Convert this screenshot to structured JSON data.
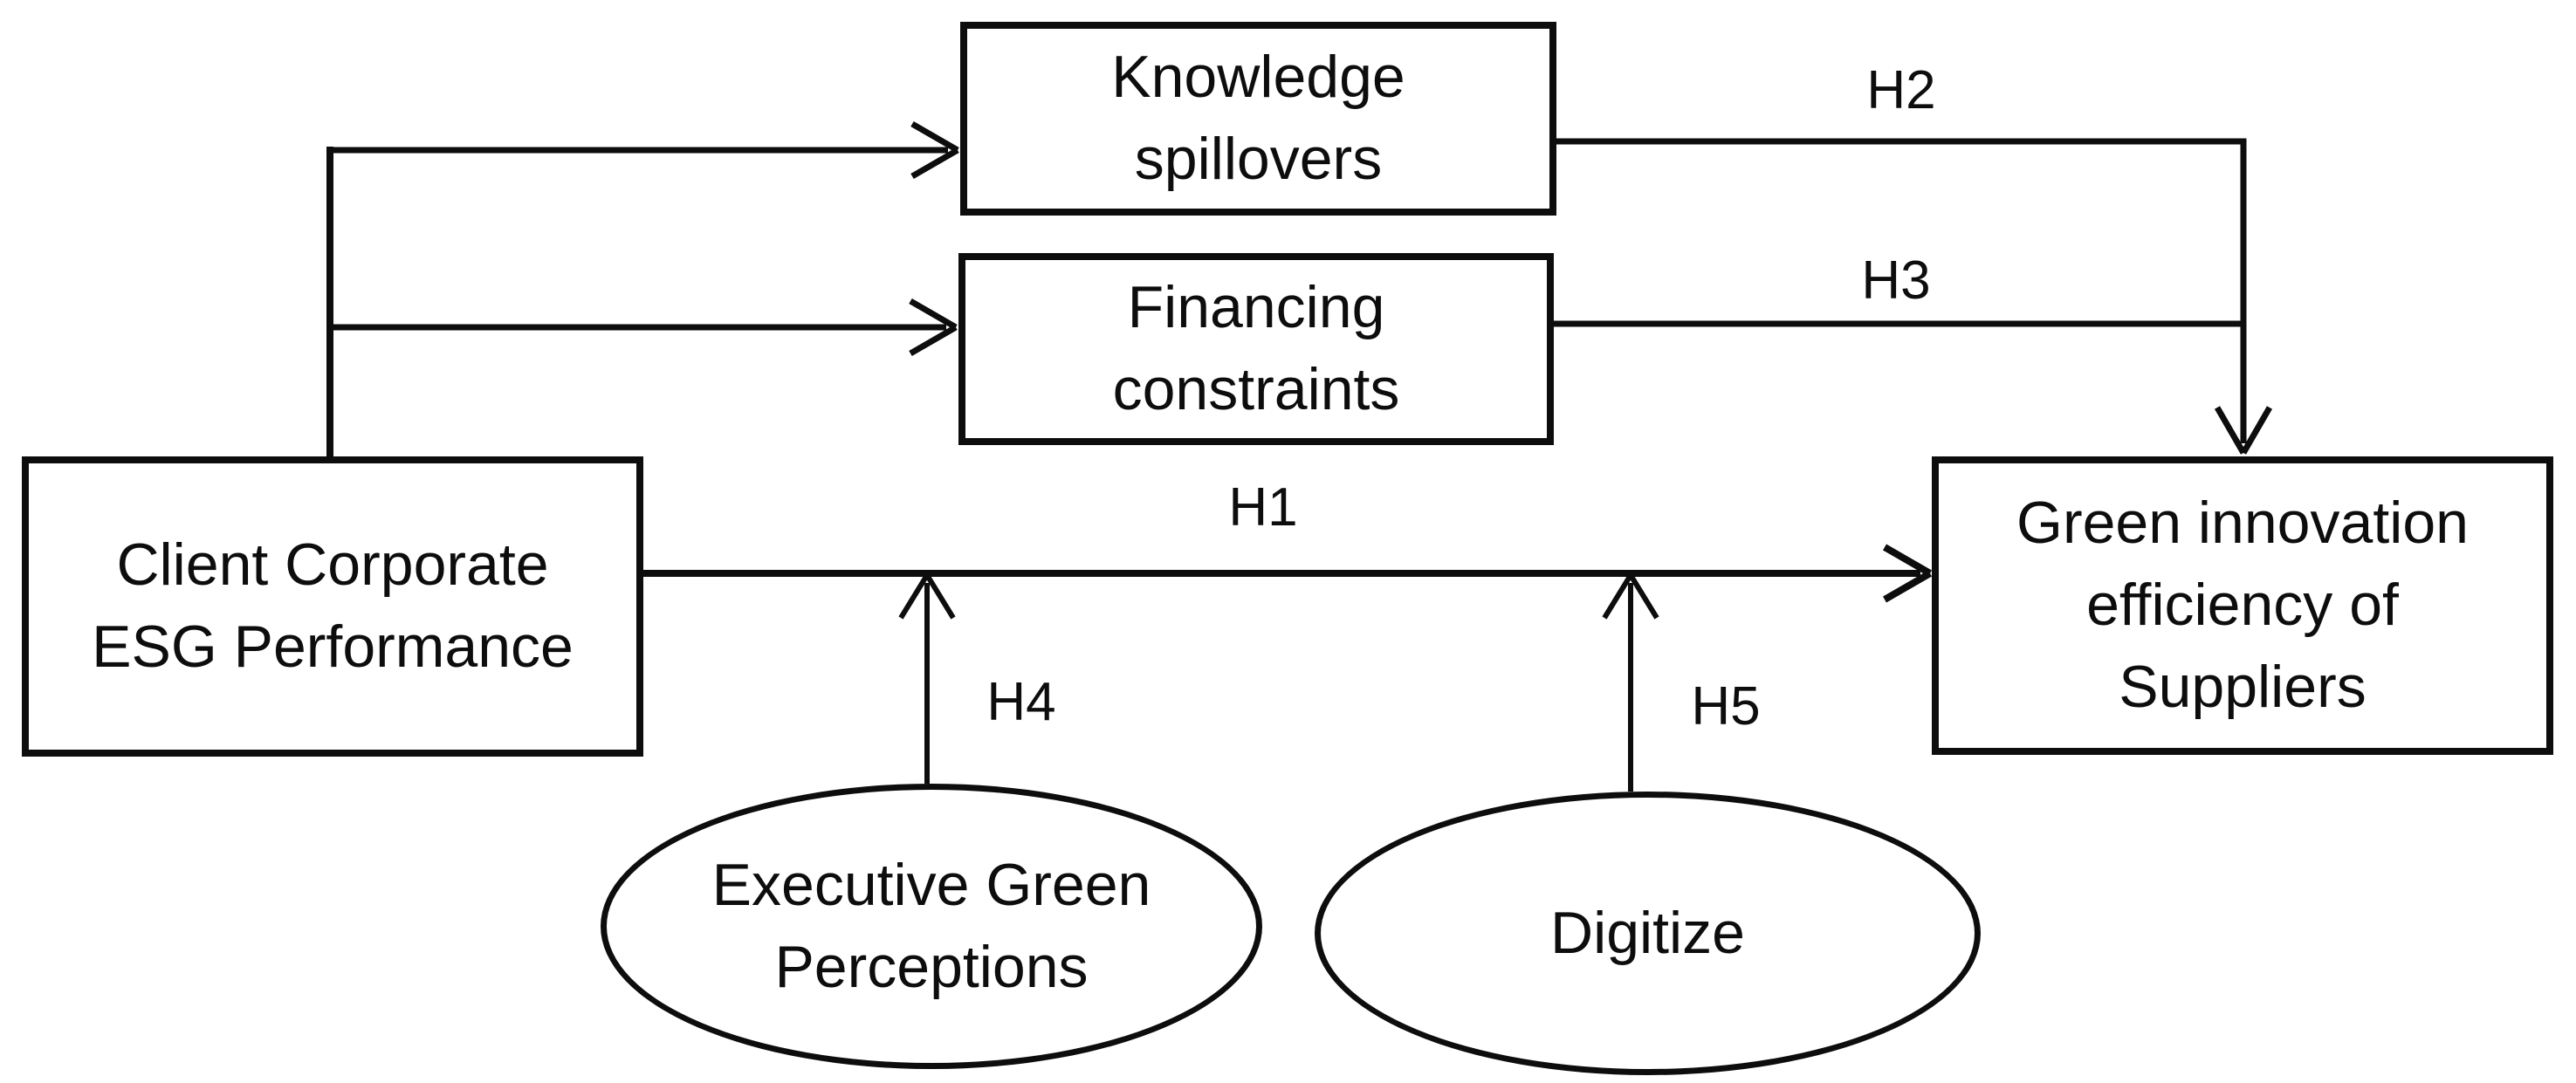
{
  "colors": {
    "background": "#ffffff",
    "stroke": "#0d0d0d",
    "text": "#0d0d0d"
  },
  "nodes": {
    "knowledge_spillovers": {
      "label": "Knowledge\nspillovers",
      "shape": "rect"
    },
    "financing_constraints": {
      "label": "Financing\nconstraints",
      "shape": "rect"
    },
    "client_esg": {
      "label": "Client Corporate\nESG Performance",
      "shape": "rect"
    },
    "green_innovation": {
      "label": "Green innovation\nefficiency of\nSuppliers",
      "shape": "rect"
    },
    "executive_green": {
      "label": "Executive Green\nPerceptions",
      "shape": "ellipse"
    },
    "digitize": {
      "label": "Digitize",
      "shape": "ellipse"
    }
  },
  "edge_labels": {
    "h1": "H1",
    "h2": "H2",
    "h3": "H3",
    "h4": "H4",
    "h5": "H5"
  }
}
